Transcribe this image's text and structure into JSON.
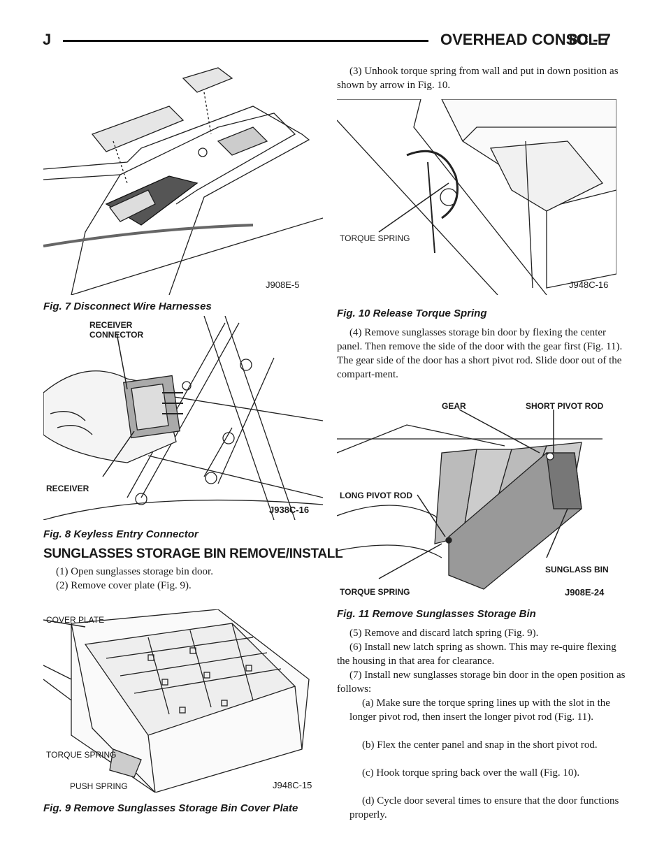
{
  "header": {
    "letter": "J",
    "title": "OVERHEAD CONSOLE",
    "page": "8C - 7"
  },
  "figures": {
    "fig7": {
      "caption": "Fig. 7 Disconnect Wire Harnesses",
      "code": "J908E-5"
    },
    "fig8": {
      "caption": "Fig. 8 Keyless Entry Connector",
      "code": "J938C-16",
      "labels": {
        "receiver_connector": "RECEIVER\nCONNECTOR",
        "receiver": "RECEIVER"
      }
    },
    "fig9": {
      "caption": "Fig. 9 Remove Sunglasses Storage Bin Cover Plate",
      "code": "J948C-15",
      "labels": {
        "cover_plate": "COVER PLATE",
        "torque_spring": "TORQUE SPRING",
        "push_spring": "PUSH SPRING"
      }
    },
    "fig10": {
      "caption": "Fig. 10 Release Torque Spring",
      "code": "J948C-16",
      "labels": {
        "torque_spring": "TORQUE SPRING"
      }
    },
    "fig11": {
      "caption": "Fig. 11 Remove Sunglasses Storage Bin",
      "code": "J908E-24",
      "labels": {
        "gear": "GEAR",
        "short_pivot_rod": "SHORT PIVOT ROD",
        "long_pivot_rod": "LONG PIVOT ROD",
        "torque_spring": "TORQUE SPRING",
        "sunglass_bin": "SUNGLASS BIN"
      }
    }
  },
  "section": {
    "heading": "SUNGLASSES STORAGE BIN REMOVE/INSTALL",
    "steps": {
      "s1": "(1) Open sunglasses storage bin door.",
      "s2": "(2) Remove cover plate (Fig. 9).",
      "s3": "(3) Unhook torque spring from wall and put in down position as shown by arrow in Fig. 10.",
      "s4": "(4) Remove sunglasses storage bin door by flexing the center panel. Then remove the side of the door with the gear first (Fig. 11). The gear side of the door has a short pivot rod. Slide door out of the compart-ment.",
      "s5": "(5) Remove and discard latch spring (Fig. 9).",
      "s6": "(6) Install new latch spring as shown. This may re-quire flexing the housing in that area for clearance.",
      "s7": "(7) Install new sunglasses storage bin door in the open position as follows:",
      "s7a": "(a) Make sure the torque spring lines up with the slot in the longer pivot rod, then insert the longer pivot rod (Fig. 11).",
      "s7b": "(b) Flex the center panel and snap in the short pivot rod.",
      "s7c": "(c) Hook torque spring back over the wall (Fig. 10).",
      "s7d": "(d) Cycle door several times to ensure that the door functions properly."
    }
  }
}
